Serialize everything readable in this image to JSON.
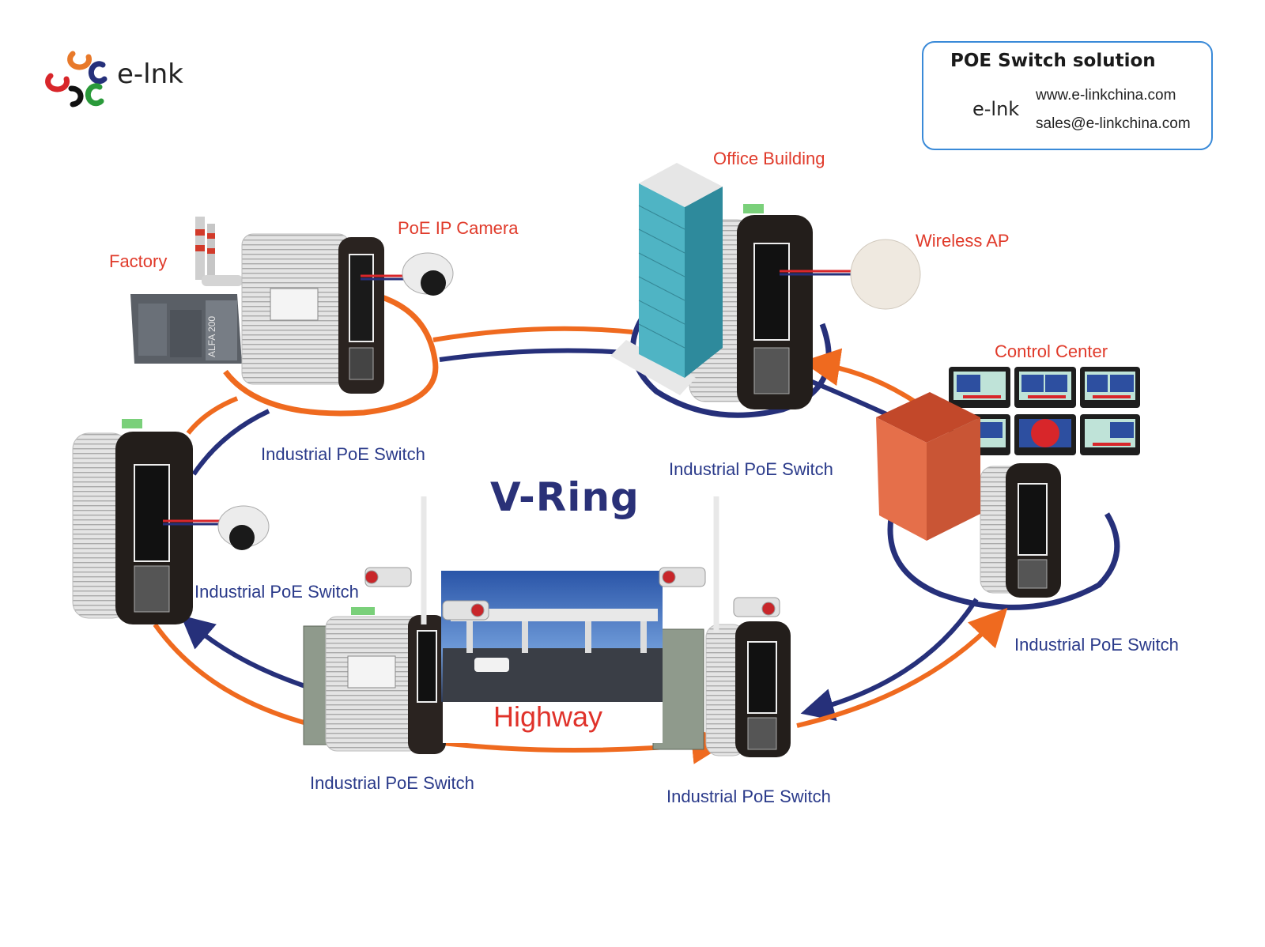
{
  "brand": {
    "name": "e-lnk",
    "logo_colors": [
      "#e8792a",
      "#d8262a",
      "#26307a",
      "#111111",
      "#2a9a3a"
    ]
  },
  "info_box": {
    "title": "POE Switch solution",
    "brand_name": "e-lnk",
    "website": "www.e-linkchina.com",
    "email": "sales@e-linkchina.com"
  },
  "title": "V-Ring",
  "locations": {
    "factory": "Factory",
    "poe_ip_camera": "PoE IP Camera",
    "office_building": "Office Building",
    "wireless_ap": "Wireless AP",
    "control_center": "Control Center",
    "highway": "Highway"
  },
  "switch_labels": {
    "top_left": "Industrial PoE Switch",
    "top_right": "Industrial PoE Switch",
    "left": "Industrial PoE Switch",
    "right": "Industrial PoE Switch",
    "bottom_left": "Industrial PoE Switch",
    "bottom_right": "Industrial PoE Switch"
  },
  "colors": {
    "ring_orange": "#ef6a1f",
    "ring_blue": "#26307a",
    "label_red": "#e03a2a",
    "label_blue": "#2a3a8a",
    "title_blue": "#2a3178"
  }
}
